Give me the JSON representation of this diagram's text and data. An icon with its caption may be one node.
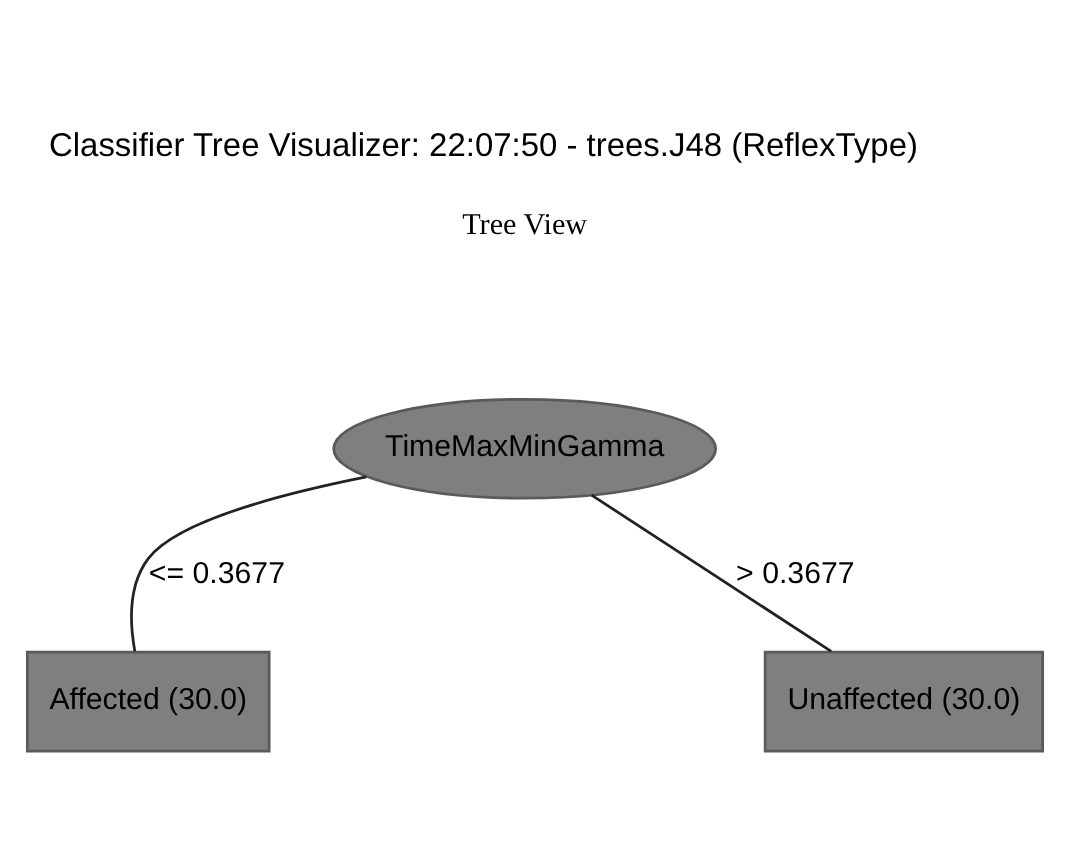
{
  "diagram": {
    "title": "Classifier Tree Visualizer: 22:07:50 - trees.J48 (ReflexType)",
    "nodes": [
      {
        "text": [
          "TimeMaxMinGamma"
        ]
      },
      {
        "text": [
          "Affected (30.0)"
        ]
      },
      {
        "text": [
          "Unaffected (30.0)"
        ]
      }
    ],
    "edges": [
      {
        "from": 0,
        "to": 1,
        "arrow": "none",
        "label": "<= 0.3677"
      },
      {
        "from": 0,
        "to": 2,
        "arrow": "none",
        "label": "> 0.3677"
      }
    ],
    "labels": [
      "Tree View"
    ]
  }
}
